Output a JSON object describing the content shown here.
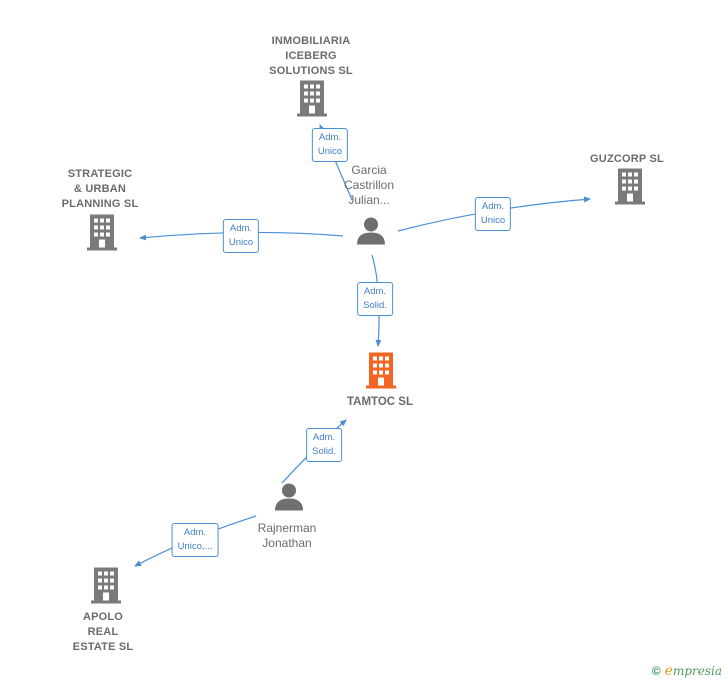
{
  "nodes": {
    "inmobiliaria": {
      "label": "INMOBILIARIA\nICEBERG\nSOLUTIONS  SL",
      "type": "company"
    },
    "strategic": {
      "label": "STRATEGIC\n& URBAN\nPLANNING  SL",
      "type": "company"
    },
    "guzcorp": {
      "label": "GUZCORP  SL",
      "type": "company"
    },
    "garcia": {
      "label": "Garcia\nCastrillon\nJulian...",
      "type": "person"
    },
    "tamtoc": {
      "label": "TAMTOC  SL",
      "type": "company-focus"
    },
    "rajnerman": {
      "label": "Rajnerman\nJonathan",
      "type": "person"
    },
    "apolo": {
      "label": "APOLO\nREAL\nESTATE  SL",
      "type": "company"
    }
  },
  "relations": {
    "garcia_inmobiliaria": "Adm.\nUnico",
    "garcia_strategic": "Adm.\nUnico",
    "garcia_guzcorp": "Adm.\nUnico",
    "garcia_tamtoc": "Adm.\nSolid.",
    "rajnerman_tamtoc": "Adm.\nSolid.",
    "rajnerman_apolo": "Adm.\nUnico,..."
  },
  "footer": {
    "copyright": "©",
    "brand_initial": "e",
    "brand_rest": "mpresia"
  },
  "colors": {
    "link": "#4a8fd6",
    "company_icon": "#7a7a7a",
    "focus_icon": "#f26522",
    "person_icon": "#6f6f6f"
  }
}
